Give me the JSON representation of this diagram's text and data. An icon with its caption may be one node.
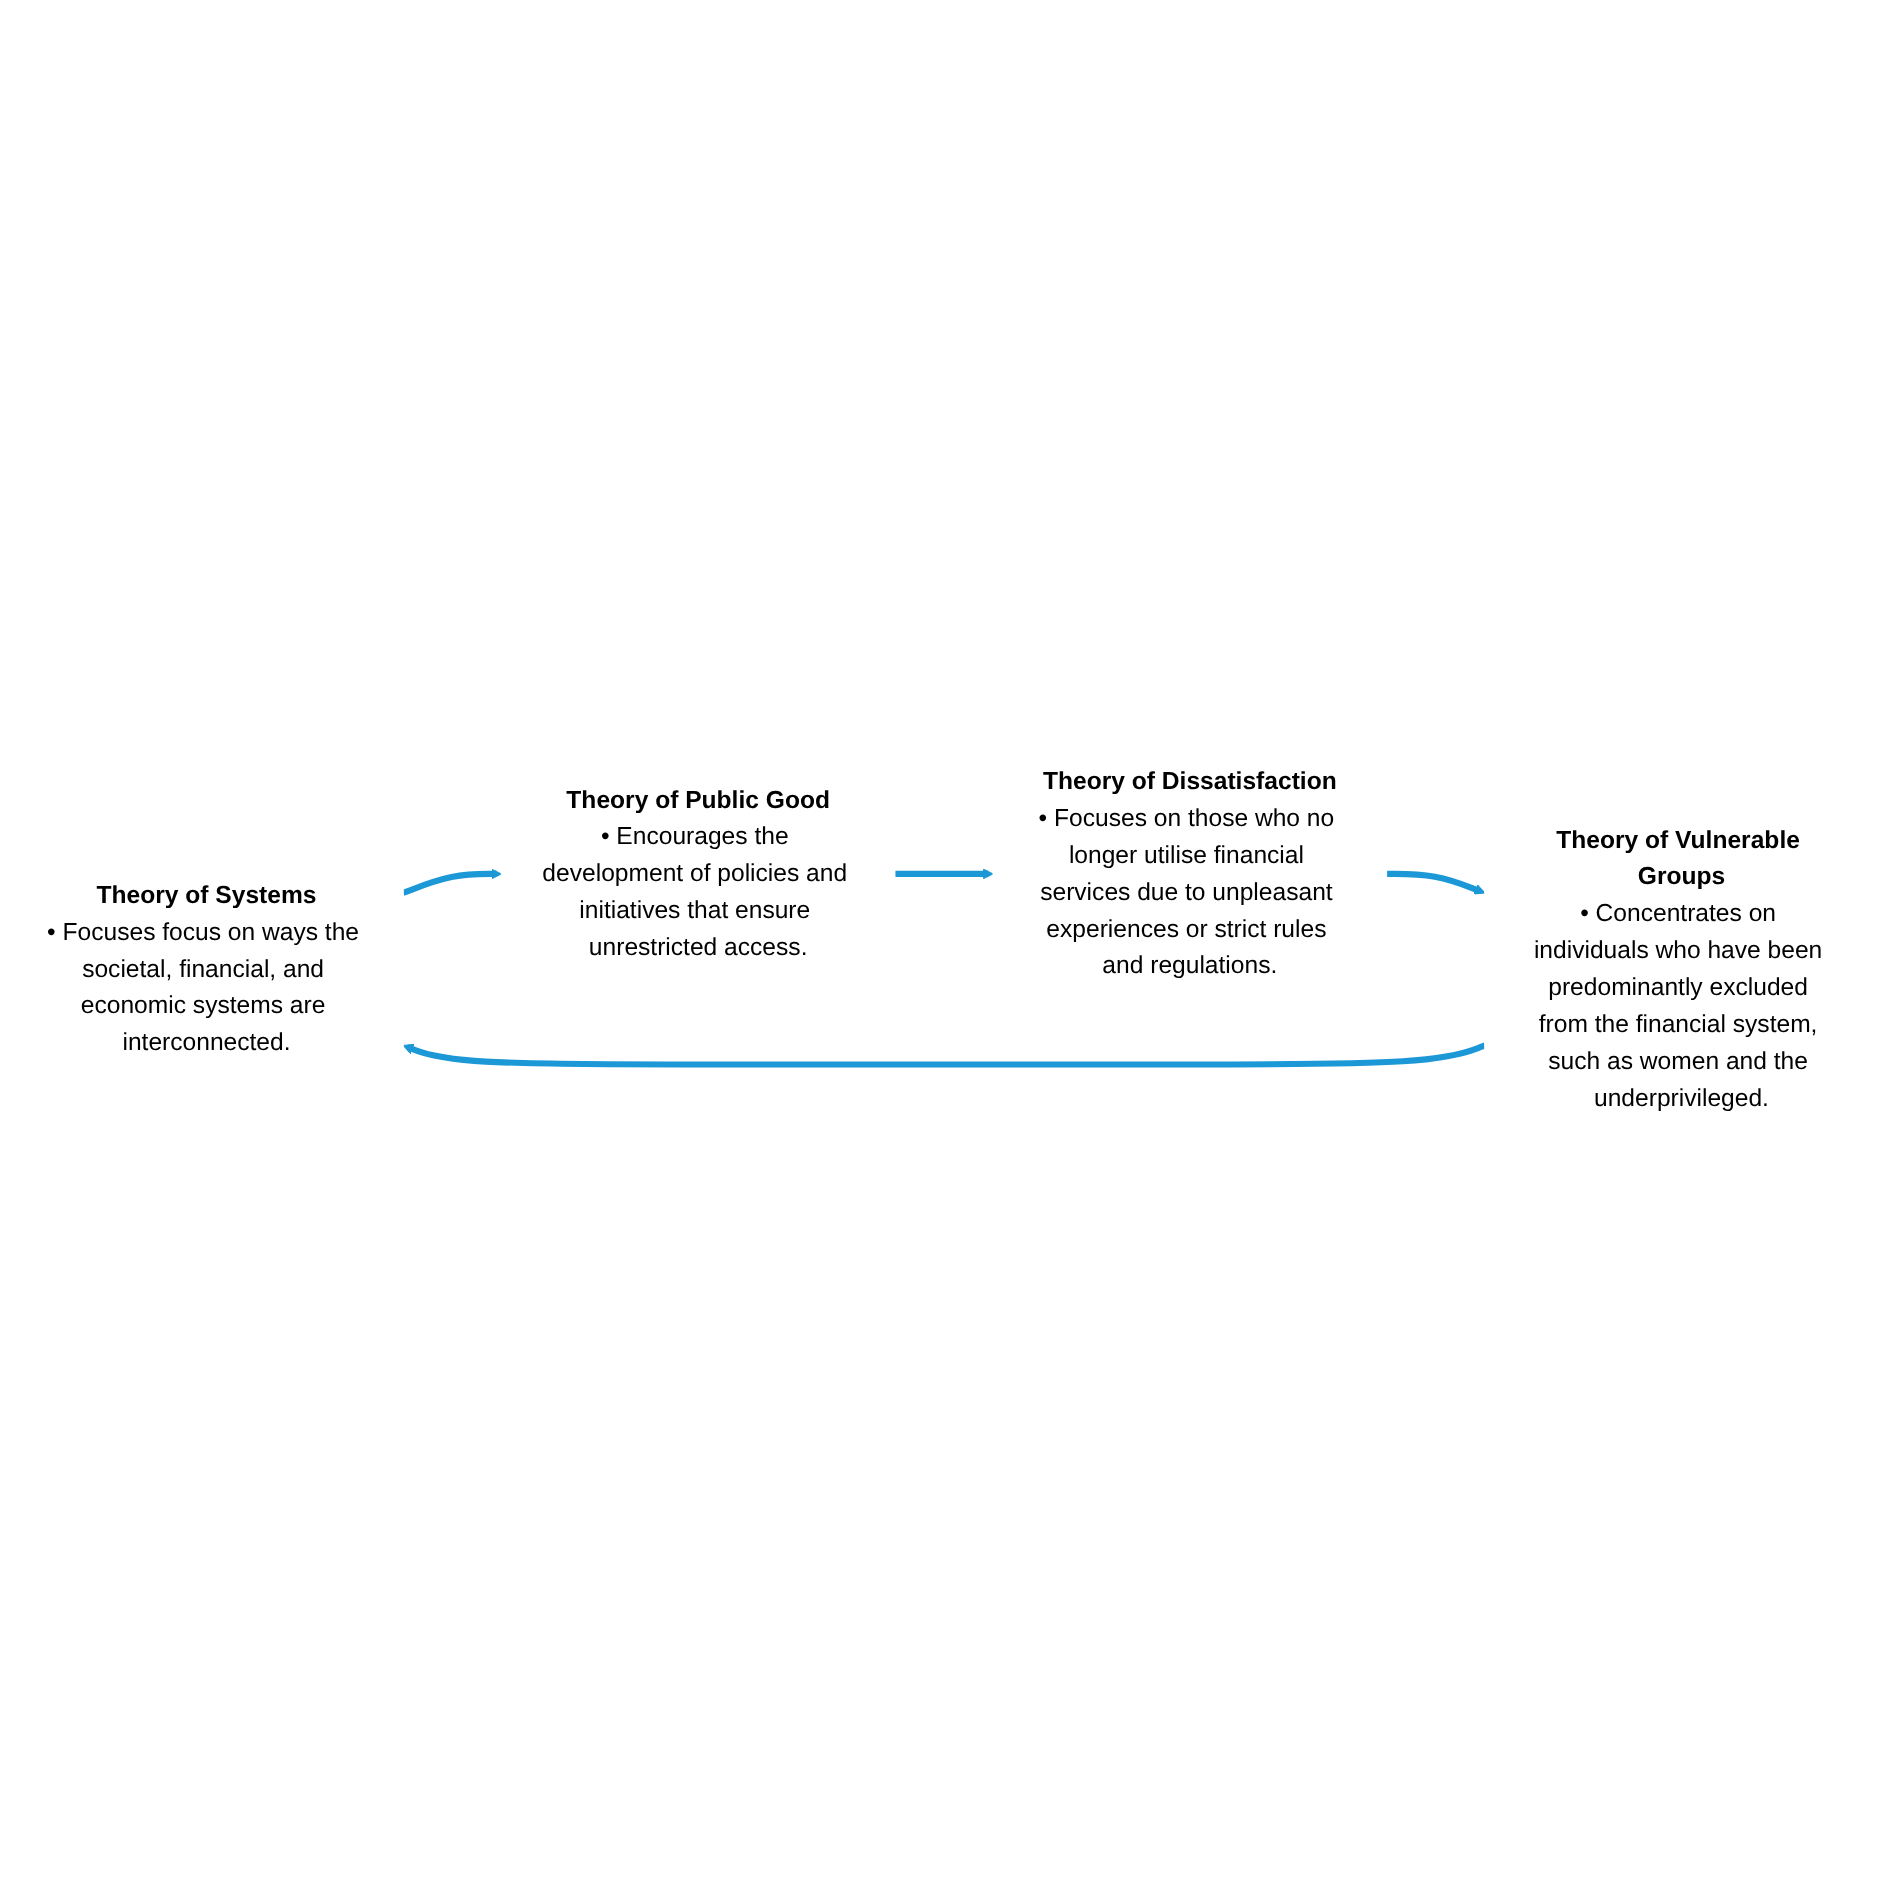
{
  "diagram": {
    "nodes": [
      {
        "text": [
          "Theory of Systems",
          "• Focuses focus on ways the societal, financial, and economic systems are interconnected."
        ]
      },
      {
        "text": [
          "Theory of Public Good",
          "• Encourages the development of policies and initiatives that ensure unrestricted access."
        ]
      },
      {
        "text": [
          "Theory of Dissatisfaction",
          "• Focuses on those who no longer utilise financial services due to unpleasant experiences or strict rules and regulations."
        ]
      },
      {
        "text": [
          "Theory of Vulnerable Groups",
          "• Concentrates on individuals who have been predominantly excluded from the financial system, such as women and the underprivileged."
        ]
      }
    ],
    "edges": [
      {
        "from": 0,
        "to": 1,
        "arrow": "to"
      },
      {
        "from": 1,
        "to": 2,
        "arrow": "to"
      },
      {
        "from": 2,
        "to": 3,
        "arrow": "to"
      },
      {
        "from": 3,
        "to": 0,
        "arrow": "to"
      }
    ]
  }
}
